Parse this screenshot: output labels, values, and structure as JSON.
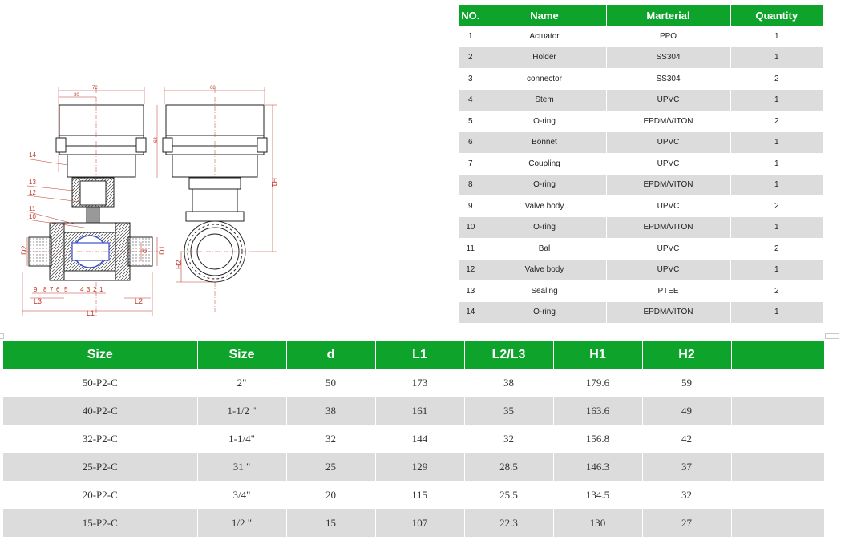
{
  "drawing": {
    "dims": {
      "top_width_left": "72",
      "sub_width_left": "30",
      "top_width_right": "68",
      "side_height": "68"
    },
    "callouts": [
      "14",
      "13",
      "12",
      "11",
      "10",
      "9",
      "8",
      "7",
      "6",
      "5",
      "4",
      "3",
      "2",
      "1"
    ],
    "dim_labels": {
      "L1": "L1",
      "L2": "L2",
      "L3": "L3",
      "D1": "D1",
      "D2": "D2",
      "d": "d",
      "H1": "H1",
      "H2": "H2"
    }
  },
  "parts_table": {
    "headers": [
      "NO.",
      "Name",
      "Marterial",
      "Quantity"
    ],
    "rows": [
      [
        "1",
        "Actuator",
        "PPO",
        "1"
      ],
      [
        "2",
        "Holder",
        "SS304",
        "1"
      ],
      [
        "3",
        "connector",
        "SS304",
        "2"
      ],
      [
        "4",
        "Stem",
        "UPVC",
        "1"
      ],
      [
        "5",
        "O-ring",
        "EPDM/VITON",
        "2"
      ],
      [
        "6",
        "Bonnet",
        "UPVC",
        "1"
      ],
      [
        "7",
        "Coupling",
        "UPVC",
        "1"
      ],
      [
        "8",
        "O-ring",
        "EPDM/VITON",
        "1"
      ],
      [
        "9",
        "Valve body",
        "UPVC",
        "2"
      ],
      [
        "10",
        "O-ring",
        "EPDM/VITON",
        "1"
      ],
      [
        "11",
        "Bal",
        "UPVC",
        "2"
      ],
      [
        "12",
        "Valve body",
        "UPVC",
        "1"
      ],
      [
        "13",
        "Sealing",
        "PTEE",
        "2"
      ],
      [
        "14",
        "O-ring",
        "EPDM/VITON",
        "1"
      ]
    ]
  },
  "size_table": {
    "headers": [
      "Size",
      "Size",
      "d",
      "L1",
      "L2/L3",
      "H1",
      "H2",
      ""
    ],
    "rows": [
      [
        "50-P2-C",
        "2\"",
        "50",
        "173",
        "38",
        "179.6",
        "59",
        ""
      ],
      [
        "40-P2-C",
        "1-1/2 \"",
        "38",
        "161",
        "35",
        "163.6",
        "49",
        ""
      ],
      [
        "32-P2-C",
        "1-1/4\"",
        "32",
        "144",
        "32",
        "156.8",
        "42",
        ""
      ],
      [
        "25-P2-C",
        "31 \"",
        "25",
        "129",
        "28.5",
        "146.3",
        "37",
        ""
      ],
      [
        "20-P2-C",
        "3/4\"",
        "20",
        "115",
        "25.5",
        "134.5",
        "32",
        ""
      ],
      [
        "15-P2-C",
        "1/2 \"",
        "15",
        "107",
        "22.3",
        "130",
        "27",
        ""
      ]
    ]
  },
  "colors": {
    "header_green": "#0ea32b",
    "stripe_gray": "#dcdcdc",
    "callout_red": "#c0392b",
    "part_blue": "#3a4fd0"
  }
}
